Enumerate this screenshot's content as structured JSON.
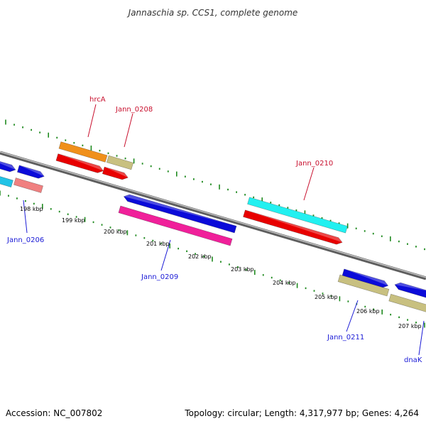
{
  "title": "Jannaschia sp. CCS1, complete genome",
  "footer": {
    "accession": "Accession: NC_007802",
    "topology": "Topology: circular; Length: 4,317,977 bp; Genes: 4,264"
  },
  "colors": {
    "backbone": "#8c8c8c",
    "tick": "#1f8a1f",
    "label_forward": "#c8102e",
    "label_reverse": "#1a1ad6"
  },
  "scale_labels": [
    "198 kbp",
    "199 kbp",
    "200 kbp",
    "201 kbp",
    "202 kbp",
    "203 kbp",
    "204 kbp",
    "205 kbp",
    "206 kbp",
    "207 kbp"
  ],
  "genes": [
    {
      "id": "gene-left-blue-1",
      "color": "#0b0bd9"
    },
    {
      "id": "gene-left-blue-2",
      "color": "#0b0bd9"
    },
    {
      "id": "gene-left-cyan",
      "color": "#22c3e6"
    },
    {
      "id": "gene-left-salmon",
      "color": "#f08080"
    },
    {
      "id": "gene-hrcA",
      "label": "hrcA",
      "color": "#f0901a"
    },
    {
      "id": "gene-Jann_0208",
      "label": "Jann_0208",
      "color": "#c8c080"
    },
    {
      "id": "gene-red-1",
      "color": "#e80000"
    },
    {
      "id": "gene-red-2",
      "color": "#e80000"
    },
    {
      "id": "gene-Jann_0209-blue",
      "color": "#0b0bd9"
    },
    {
      "id": "gene-Jann_0209",
      "label": "Jann_0209",
      "color": "#f0209a"
    },
    {
      "id": "gene-Jann_0210",
      "label": "Jann_0210",
      "color": "#22f0f0"
    },
    {
      "id": "gene-red-3",
      "color": "#e80000"
    },
    {
      "id": "gene-Jann_0211-blue",
      "color": "#0b0bd9"
    },
    {
      "id": "gene-Jann_0211",
      "label": "Jann_0211",
      "color": "#c8c080"
    },
    {
      "id": "gene-dnaK-blue",
      "color": "#0b0bd9"
    },
    {
      "id": "gene-dnaK",
      "label": "dnaK",
      "color": "#c8c080"
    }
  ],
  "labels": {
    "hrcA": "hrcA",
    "Jann_0208": "Jann_0208",
    "Jann_0210": "Jann_0210",
    "Jann_0206": "Jann_0206",
    "Jann_0209": "Jann_0209",
    "Jann_0211": "Jann_0211",
    "dnaK": "dnaK"
  }
}
